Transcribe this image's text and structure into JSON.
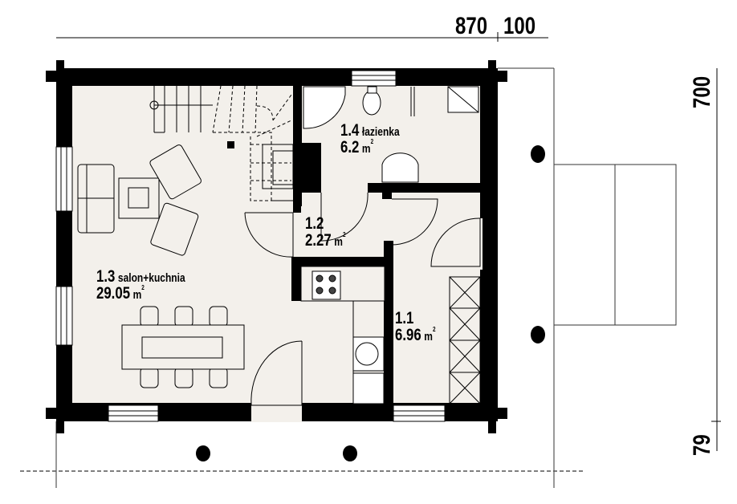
{
  "dimensions": {
    "top_main": "870",
    "top_extra": "100",
    "right_main": "700",
    "right_extra": "79"
  },
  "rooms": [
    {
      "number": "1.4",
      "name": "łazienka",
      "area": "6.2",
      "unit": "m",
      "sup": "2"
    },
    {
      "number": "1.2",
      "name": "",
      "area": "2.27",
      "unit": "m",
      "sup": "2"
    },
    {
      "number": "1.3",
      "name": "salon+kuchnia",
      "area": "29.05",
      "unit": "m",
      "sup": "2"
    },
    {
      "number": "1.1",
      "name": "",
      "area": "6.96",
      "unit": "m",
      "sup": "2"
    }
  ],
  "colors": {
    "floor": "#f3f0eb",
    "wall": "#000000"
  }
}
